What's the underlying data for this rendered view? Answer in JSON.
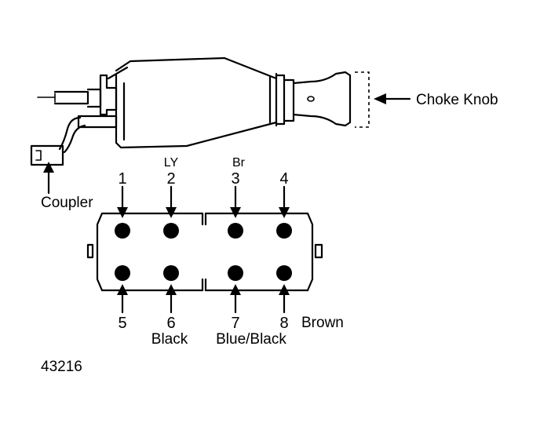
{
  "labels": {
    "choke_knob": "Choke Knob",
    "coupler": "Coupler",
    "figure_number": "43216"
  },
  "pins_top": [
    {
      "number": "1",
      "wire": ""
    },
    {
      "number": "2",
      "wire": "LY"
    },
    {
      "number": "3",
      "wire": "Br"
    },
    {
      "number": "4",
      "wire": ""
    }
  ],
  "pins_bottom": [
    {
      "number": "5",
      "wire": ""
    },
    {
      "number": "6",
      "wire": "Black"
    },
    {
      "number": "7",
      "wire": "Blue/Black"
    },
    {
      "number": "8",
      "wire": "Brown"
    }
  ]
}
